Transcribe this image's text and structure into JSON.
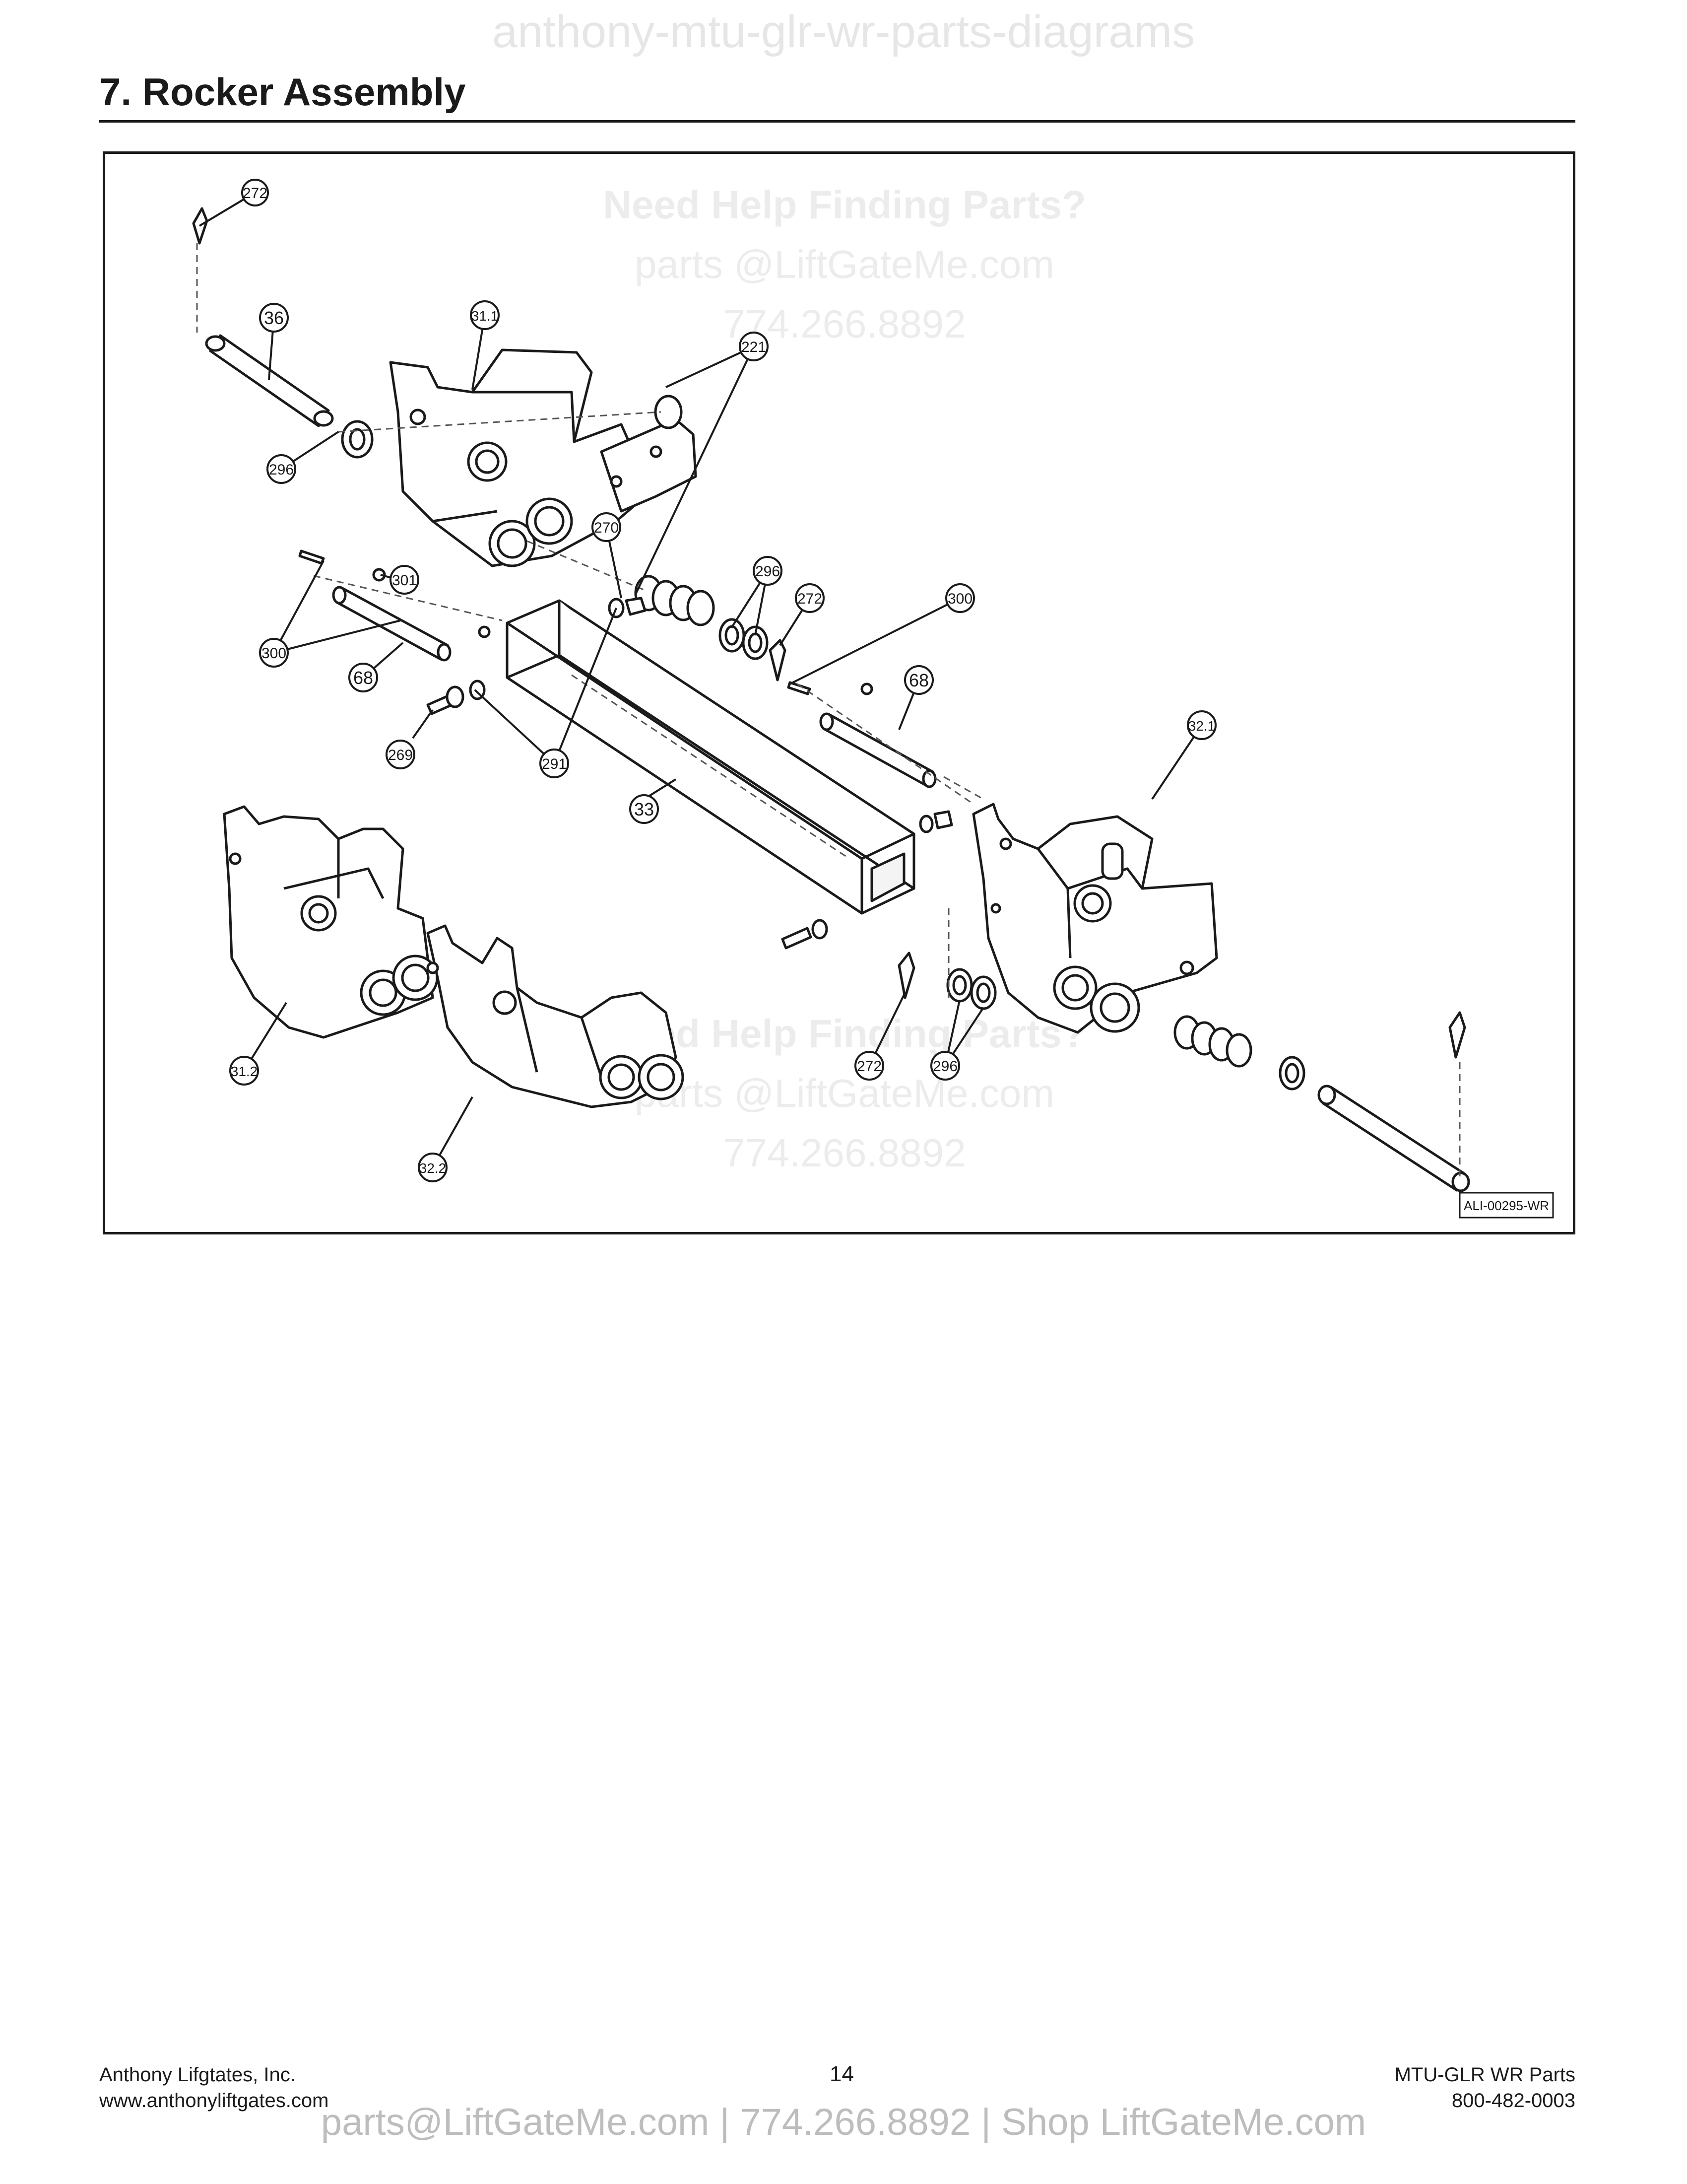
{
  "watermark_top": "anthony-mtu-glr-wr-parts-diagrams",
  "section": {
    "title": "7.   Rocker Assembly"
  },
  "diagram": {
    "watermark_line1": "Need Help Finding Parts?",
    "watermark_line2": "parts @LiftGateMe.com",
    "watermark_line3": "774.266.8892",
    "drawing_id": "ALI-00295-WR",
    "callouts": [
      "272",
      "36",
      "31.1",
      "221",
      "296",
      "270",
      "301",
      "296",
      "272",
      "300",
      "300",
      "68",
      "68",
      "269",
      "291",
      "33",
      "32.1",
      "31.2",
      "32.2",
      "272",
      "296"
    ]
  },
  "footer": {
    "company": "Anthony Lifgtates, Inc.",
    "website": "www.anthonyliftgates.com",
    "page_number": "14",
    "doc_title": "MTU-GLR WR Parts",
    "phone": "800-482-0003",
    "watermark": "parts@LiftGateMe.com | 774.266.8892 | Shop LiftGateMe.com"
  }
}
